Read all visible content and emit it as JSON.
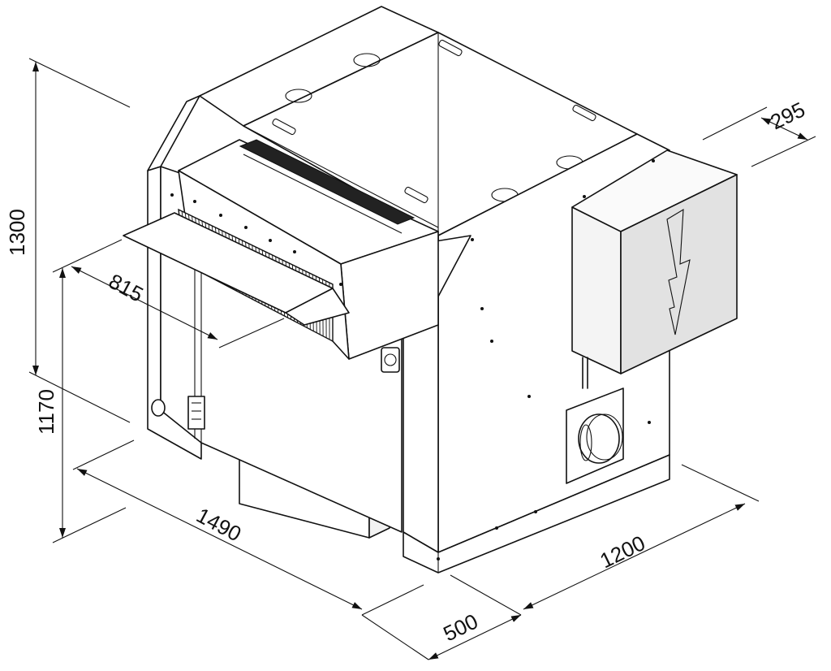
{
  "dimensions": {
    "height_total": "1300",
    "height_body": "1170",
    "length": "1490",
    "width": "1200",
    "base_offset": "500",
    "hopper_depth": "815",
    "panel_depth": "295"
  },
  "colors": {
    "line": "#111111",
    "panel_face": "#f4f4f4",
    "panel_side": "#e2e2e2",
    "top_face": "#ffffff"
  }
}
